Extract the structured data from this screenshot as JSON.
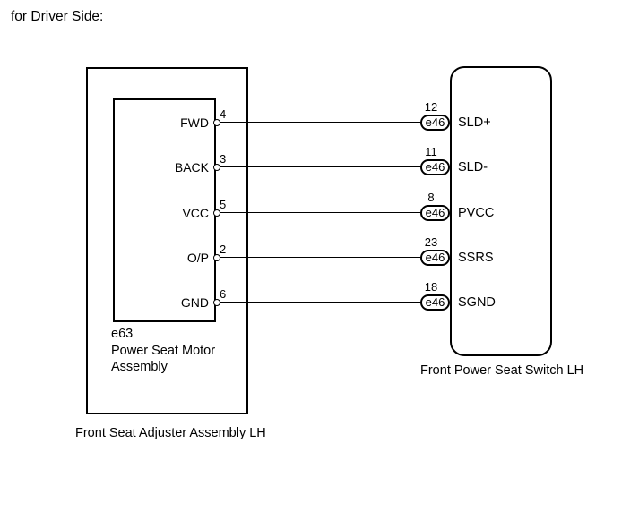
{
  "title": "for Driver Side:",
  "colors": {
    "line": "#000000",
    "background": "#ffffff"
  },
  "motor_assembly": {
    "connector_code": "e63",
    "name_line1": "Power Seat Motor",
    "name_line2": "Assembly",
    "outer_label": "Front Seat Adjuster Assembly LH"
  },
  "switch_assembly": {
    "label": "Front Power Seat Switch LH"
  },
  "wires": [
    {
      "motor_pin_label": "FWD",
      "motor_pin": "4",
      "switch_pin": "12",
      "connector": "e46",
      "signal": "SLD+"
    },
    {
      "motor_pin_label": "BACK",
      "motor_pin": "3",
      "switch_pin": "11",
      "connector": "e46",
      "signal": "SLD-"
    },
    {
      "motor_pin_label": "VCC",
      "motor_pin": "5",
      "switch_pin": "8",
      "connector": "e46",
      "signal": "PVCC"
    },
    {
      "motor_pin_label": "O/P",
      "motor_pin": "2",
      "switch_pin": "23",
      "connector": "e46",
      "signal": "SSRS"
    },
    {
      "motor_pin_label": "GND",
      "motor_pin": "6",
      "switch_pin": "18",
      "connector": "e46",
      "signal": "SGND"
    }
  ]
}
